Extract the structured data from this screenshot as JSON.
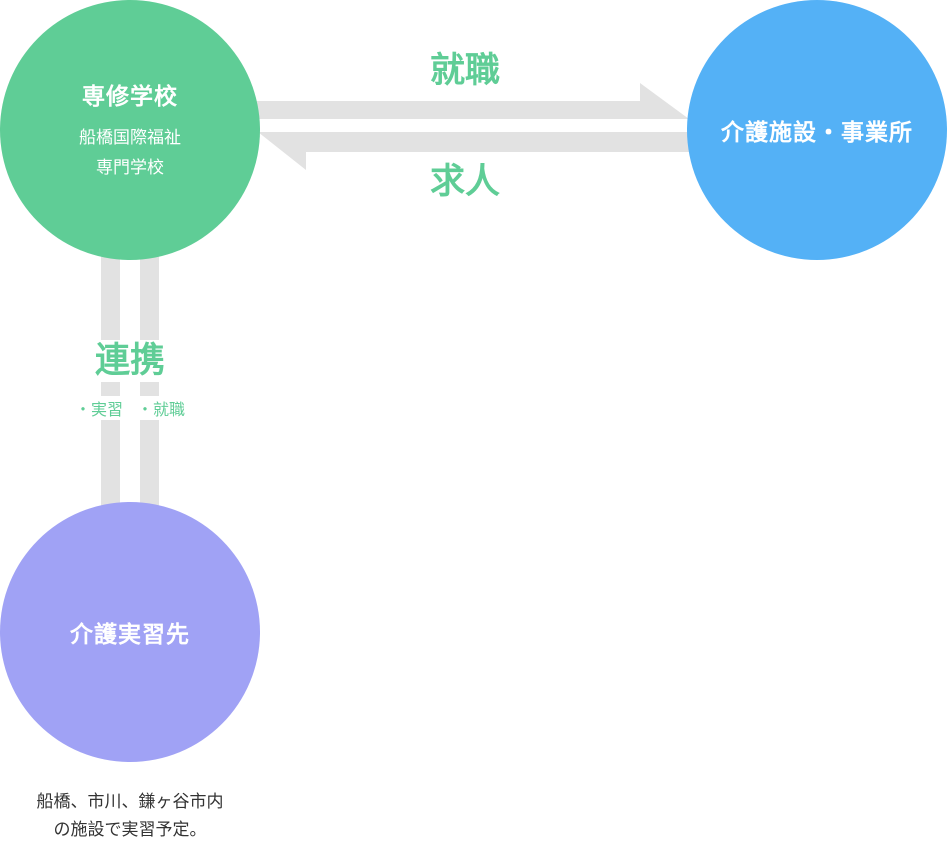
{
  "nodes": {
    "school": {
      "title": "専修学校",
      "sub_lines": [
        "船橋国際福祉",
        "専門学校"
      ]
    },
    "facility": {
      "title": "介護施設・事業所"
    },
    "practice": {
      "title": "介護実習先"
    }
  },
  "edges": {
    "employment": {
      "label": "就職"
    },
    "recruitment": {
      "label": "求人"
    },
    "cooperation": {
      "label": "連携",
      "sub_items": [
        "・実習",
        "・就職"
      ]
    }
  },
  "caption": {
    "lines": [
      "船橋、市川、鎌ヶ谷市内",
      "の施設で実習予定。"
    ]
  },
  "colors": {
    "school": "#5fcd96",
    "facility": "#54b1f6",
    "practice": "#a0a2f5",
    "arrow": "#e2e2e2",
    "label_text": "#5fcd96"
  }
}
